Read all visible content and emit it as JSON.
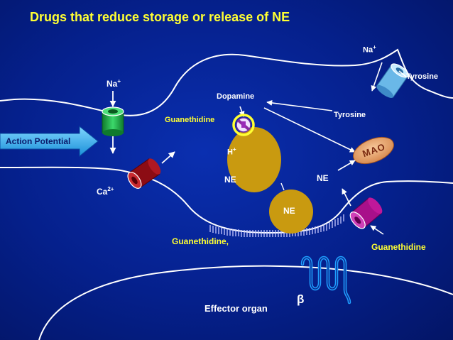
{
  "title": "Drugs that reduce storage or release of NE",
  "labels": {
    "na_top_right": "Na",
    "na_top_right_sup": "+",
    "na_left": "Na",
    "na_left_sup": "+",
    "tyrosine_top": "Tyrosine",
    "dopamine": "Dopamine",
    "guanethidine_vesicle": "Guanethidine",
    "tyrosine_mid": "Tyrosine",
    "action_potential": "Action Potential",
    "h_plus": "H",
    "h_plus_sup": "+",
    "mao": "MAO",
    "ne_vesicle": "NE",
    "ne_right": "NE",
    "ca_left": "Ca",
    "ca_left_sup": "2+",
    "ne_released": "NE",
    "guanethidine_bottom_left": "Guanethidine,",
    "guanethidine_bottom_right": "Guanethidine",
    "beta": "β",
    "effector_organ": "Effector organ"
  },
  "colors": {
    "background": "#05208c",
    "title_text": "#ffff33",
    "drug_text": "#ffff33",
    "label_text": "#ffffff",
    "vesicle": "#c99a10",
    "na_channel": "#1fb84a",
    "ca_channel": "#a8101a",
    "uptake_transporter": "#c0189a",
    "tyrosine_transporter": "#7fc7f0",
    "action_potential_arrow": "#1fa6e8",
    "receptor": "#1f9fff",
    "mao_enzyme": "#e8a070"
  },
  "icons": {
    "drug_block": "prohibition-circle-icon",
    "receptor": "receptor-icon"
  }
}
